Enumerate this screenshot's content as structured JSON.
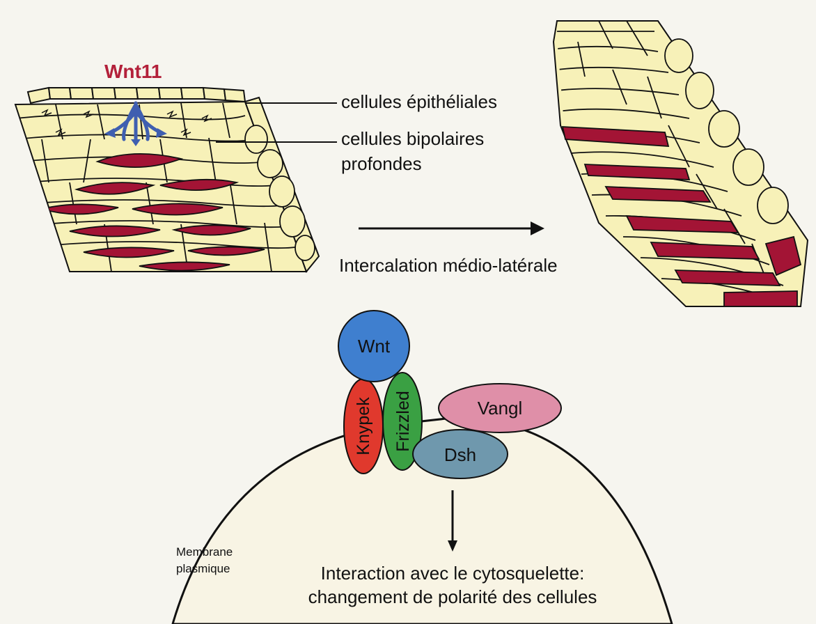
{
  "labels": {
    "wnt11": "Wnt11",
    "epithelial": "cellules épithéliales",
    "bipolar_line1": "cellules bipolaires",
    "bipolar_line2": "profondes",
    "intercalation": "Intercalation médio-latérale",
    "membrane_line1": "Membrane",
    "membrane_line2": "plasmique",
    "result_line1": "Interaction avec le cytosquelette:",
    "result_line2": "changement de polarité des cellules"
  },
  "proteins": {
    "wnt": "Wnt",
    "knypek": "Knypek",
    "frizzled": "Frizzled",
    "vangl": "Vangl",
    "dsh": "Dsh"
  },
  "colors": {
    "cell_fill": "#f7f1b8",
    "deep_cell": "#a31435",
    "wnt11_text": "#b3203a",
    "wnt11_arrows": "#3f5fb0",
    "wnt": "#3f7fcf",
    "knypek": "#e0392d",
    "frizzled": "#3aa043",
    "vangl": "#df8fa8",
    "dsh": "#6f98ad",
    "cell_body": "#f8f4e4"
  }
}
